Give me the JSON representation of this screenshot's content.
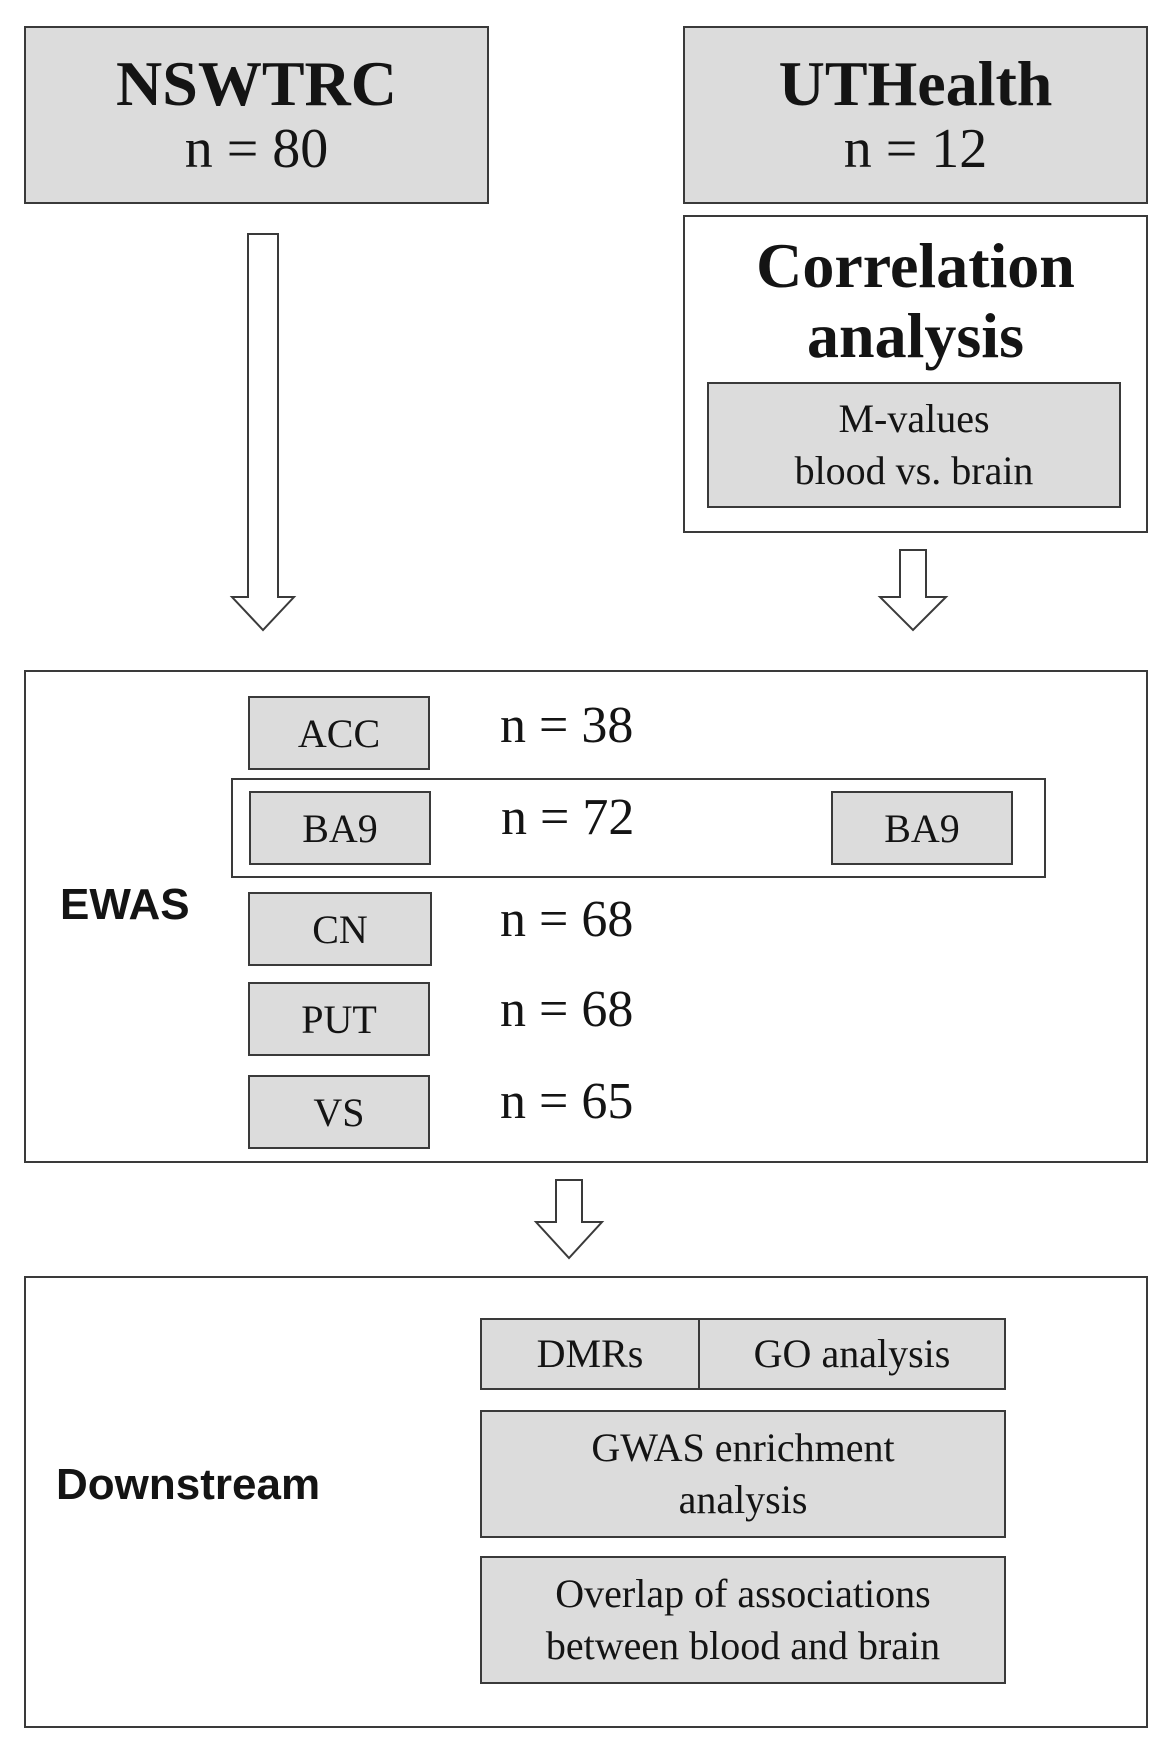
{
  "cohorts": {
    "nswtrc": {
      "name": "NSWTRC",
      "n": "n = 80"
    },
    "uthealth": {
      "name": "UTHealth",
      "n": "n = 12"
    }
  },
  "correlation": {
    "title_line1": "Correlation",
    "title_line2": "analysis",
    "sub_line1": "M-values",
    "sub_line2": "blood vs. brain"
  },
  "ewas": {
    "label": "EWAS",
    "regions": [
      {
        "name": "ACC",
        "n": "n = 38"
      },
      {
        "name": "BA9",
        "n": "n = 72",
        "extra": "BA9"
      },
      {
        "name": "CN",
        "n": "n = 68"
      },
      {
        "name": "PUT",
        "n": "n = 68"
      },
      {
        "name": "VS",
        "n": "n = 65"
      }
    ]
  },
  "downstream": {
    "label": "Downstream",
    "dmrs": "DMRs",
    "go": "GO analysis",
    "gwas_line1": "GWAS enrichment",
    "gwas_line2": "analysis",
    "overlap_line1": "Overlap of associations",
    "overlap_line2": "between blood and brain"
  },
  "colors": {
    "box_fill": "#dcdcdc",
    "border": "#3a3a3a"
  }
}
